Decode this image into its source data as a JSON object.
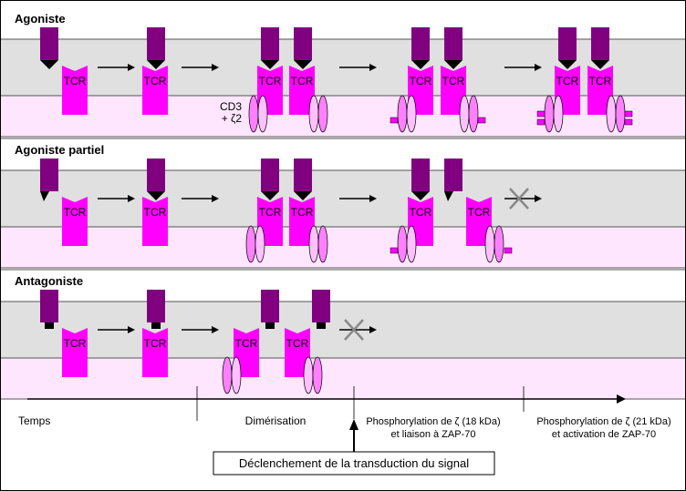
{
  "rows": [
    {
      "label": "Agoniste"
    },
    {
      "label": "Agoniste partiel"
    },
    {
      "label": "Antagoniste"
    }
  ],
  "receptor_label": "TCR",
  "cd3_label": "CD3",
  "zeta_label": "+ ζ2",
  "timeline": {
    "temps": "Temps",
    "dimerisation": "Dimérisation",
    "phos18_line1": "Phosphorylation de ζ (18 kDa)",
    "phos18_line2": "et liaison à ZAP-70",
    "phos21_line1": "Phosphorylation de ζ (21 kDa)",
    "phos21_line2": "et activation de ZAP-70"
  },
  "signal_box": "Déclenchement de la transduction du signal",
  "colors": {
    "tcr": "#ff00ff",
    "mhc": "#800080",
    "band_grey": "#e0e0e0",
    "band_pink": "#ffe6ff",
    "cd3_light": "#ffc0ff",
    "cd3_pink": "#ff80ff"
  }
}
